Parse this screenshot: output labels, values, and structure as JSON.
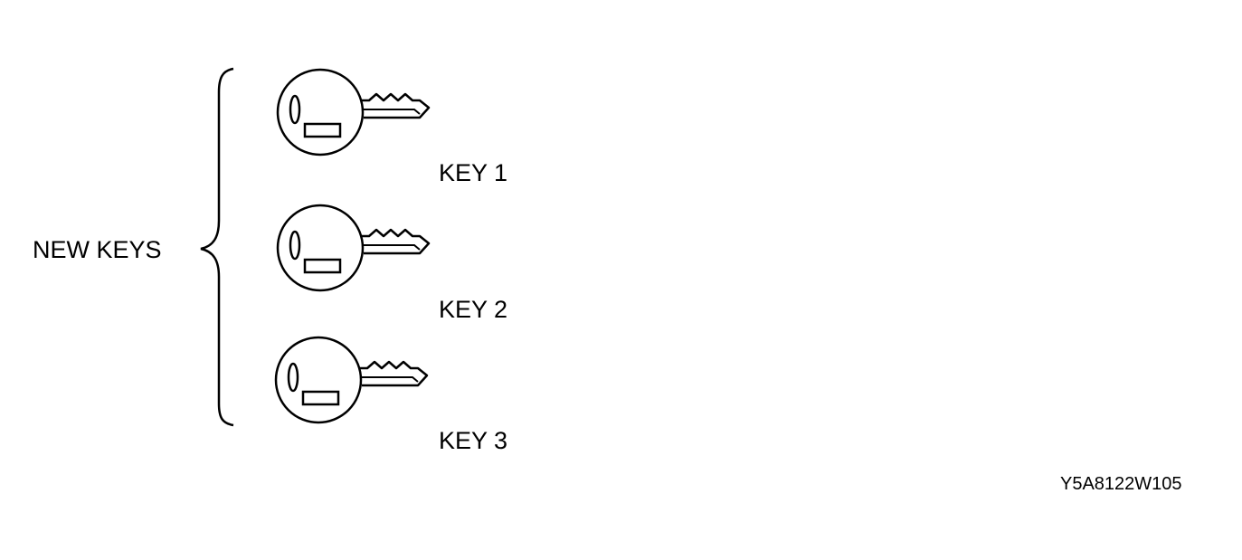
{
  "group": {
    "label": "NEW KEYS"
  },
  "keys": [
    {
      "label": "KEY 1",
      "icon": "key-icon"
    },
    {
      "label": "KEY 2",
      "icon": "key-icon"
    },
    {
      "label": "KEY 3",
      "icon": "key-icon"
    }
  ],
  "figure_code": "Y5A8122W105",
  "colors": {
    "ink": "#000000",
    "background": "#ffffff"
  }
}
